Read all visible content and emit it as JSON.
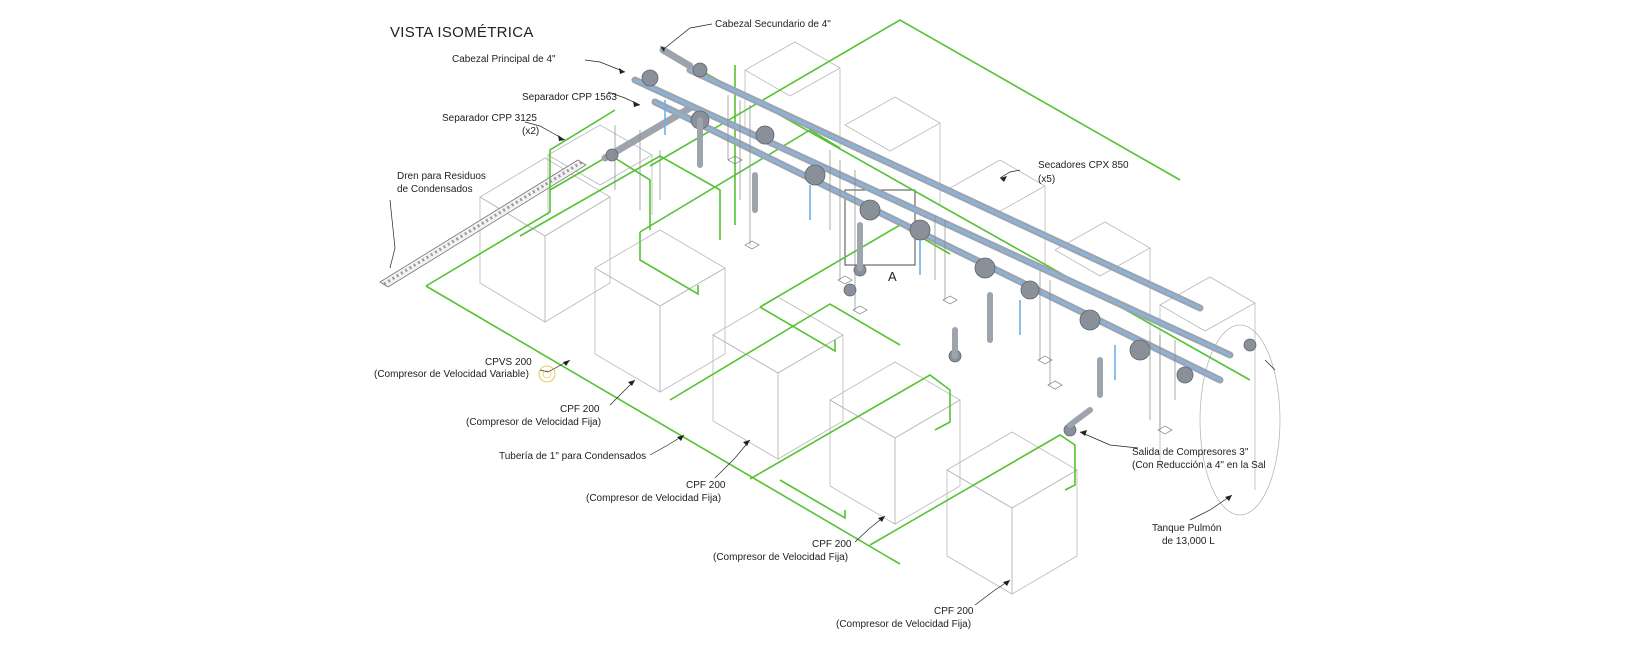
{
  "title": "VISTA ISOMÉTRICA",
  "labels": {
    "cabezal_secundario": "Cabezal Secundario de 4\"",
    "cabezal_principal": "Cabezal Principal de 4\"",
    "separador_1563": "Separador CPP 1563",
    "separador_3125_l1": "Separador CPP 3125",
    "separador_3125_l2": "(x2)",
    "dren_l1": "Dren para Residuos",
    "dren_l2": "de Condensados",
    "secadores_l1": "Secadores CPX 850",
    "secadores_l2": "(x5)",
    "cpvs_l1": "CPVS 200",
    "cpvs_l2": "(Compresor de Velocidad Variable)",
    "cpf1_l1": "CPF 200",
    "cpf1_l2": "(Compresor de Velocidad Fija)",
    "tuberia": "Tubería de 1\" para Condensados",
    "cpf2_l1": "CPF 200",
    "cpf2_l2": "(Compresor de Velocidad Fija)",
    "cpf3_l1": "CPF 200",
    "cpf3_l2": "(Compresor de Velocidad Fija)",
    "cpf4_l1": "CPF 200",
    "cpf4_l2": "(Compresor de Velocidad Fija)",
    "salida_l1": "Salida de Compresores 3\"",
    "salida_l2": "(Con Reducción a 4\" en la Sal",
    "tanque_l1": "Tanque Pulmón",
    "tanque_l2": "de 13,000 L",
    "detail": "A"
  },
  "colors": {
    "condensate_pipe": "#55c234",
    "air_pipe": "#9ea4ad",
    "air_pipe_core": "#88b4de",
    "box_outline": "#b9b9b9"
  }
}
